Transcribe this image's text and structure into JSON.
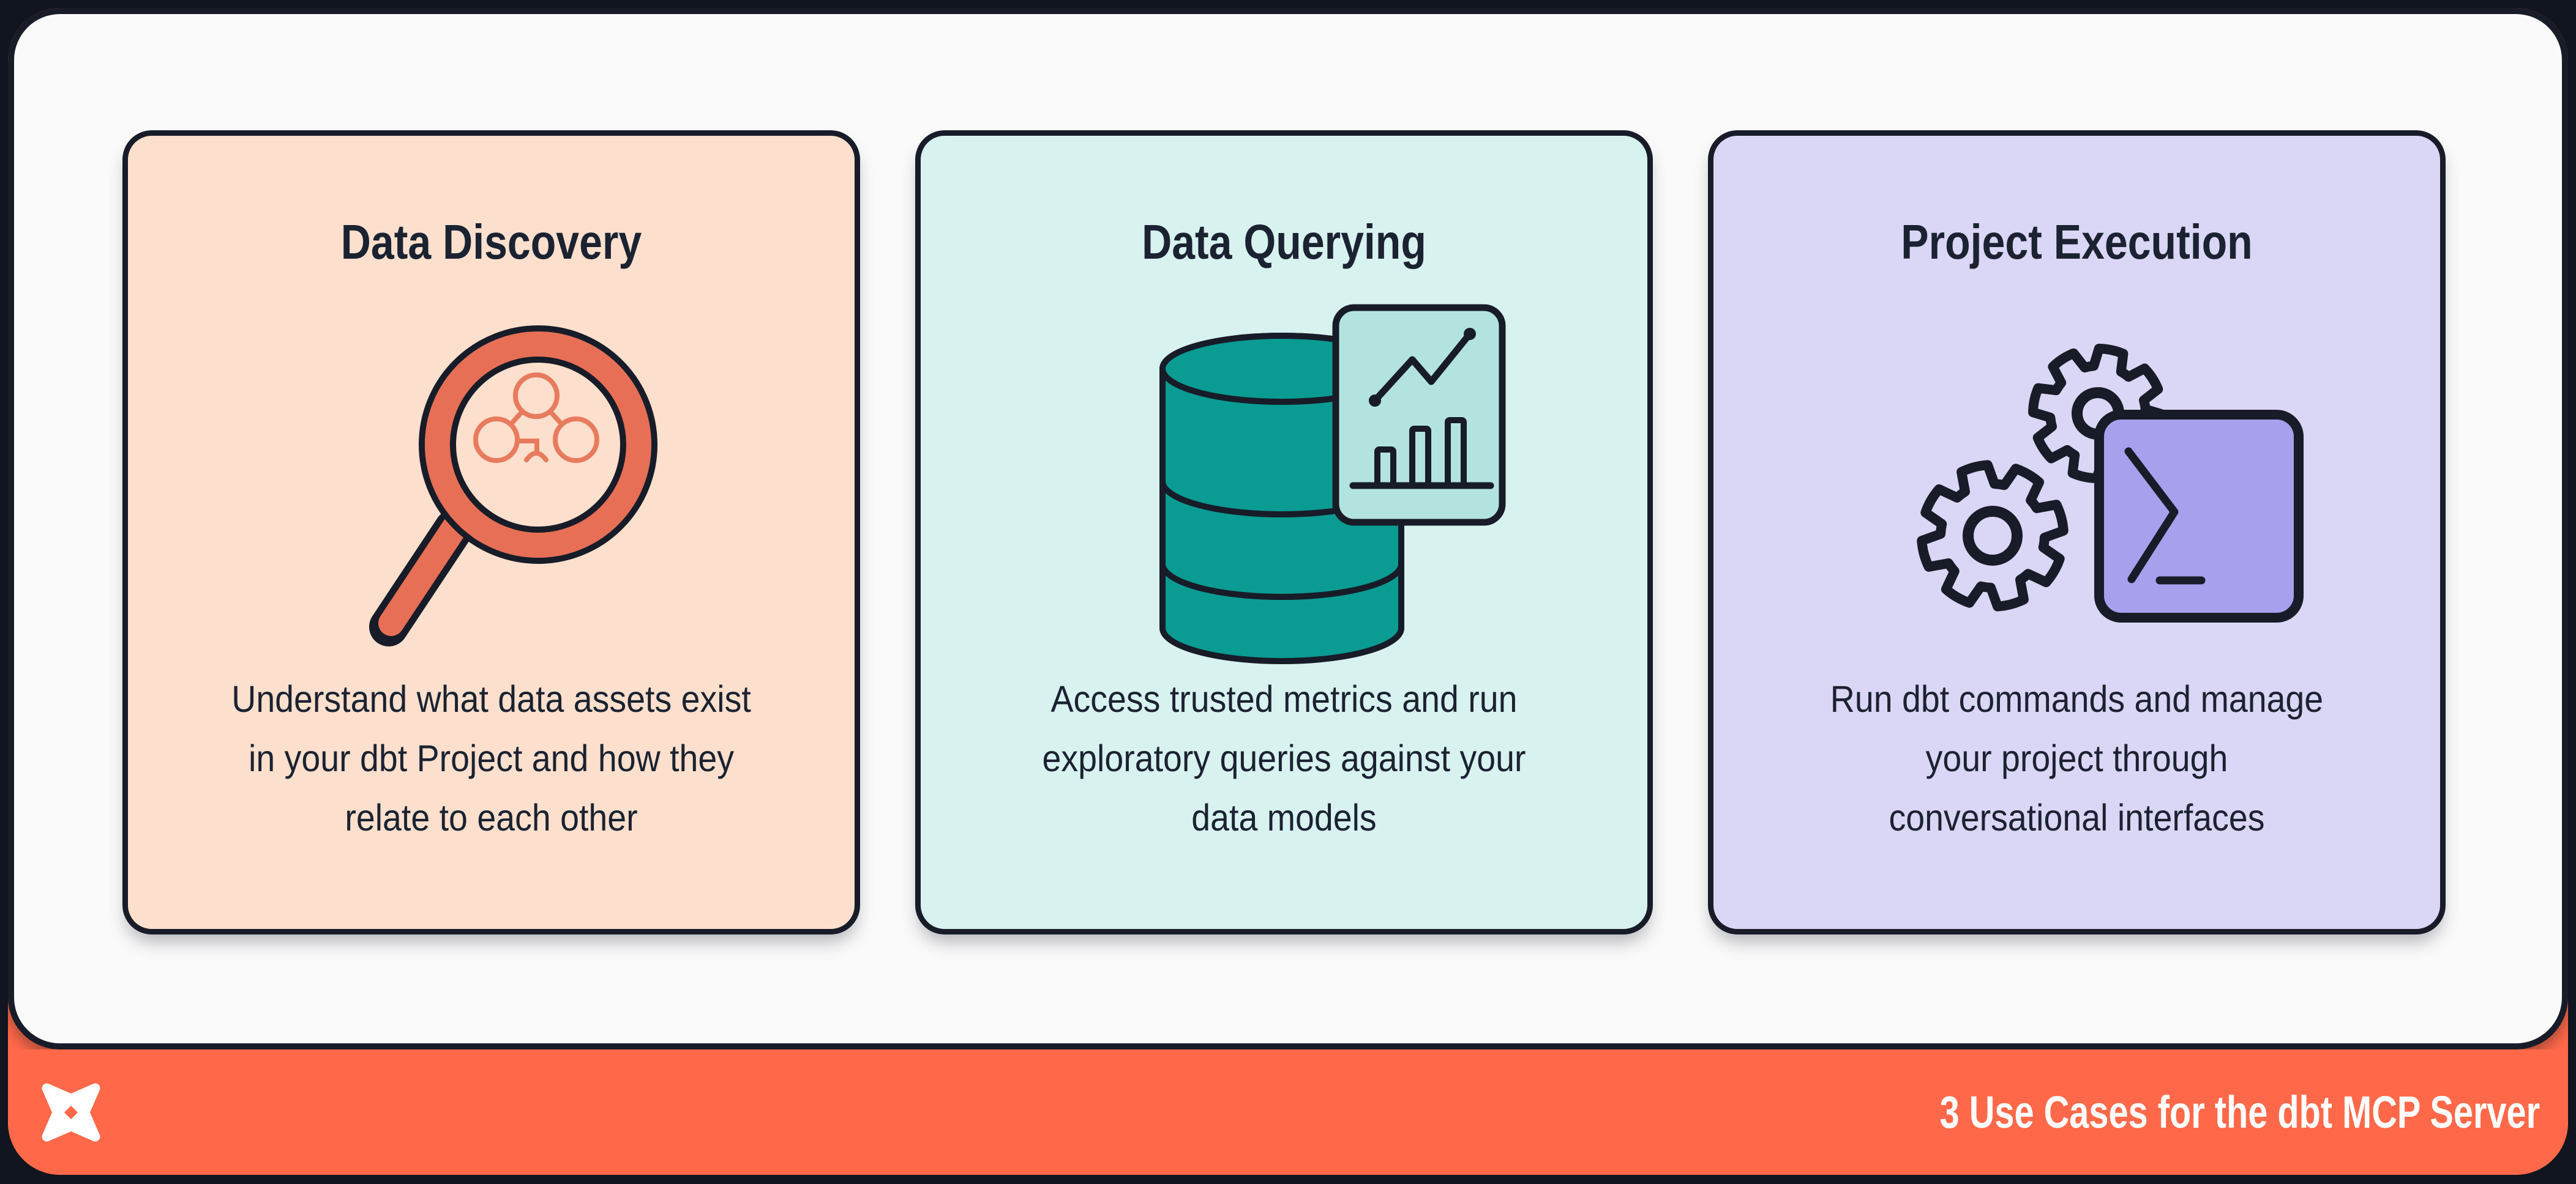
{
  "theme": {
    "bg-canvas": "#11151f",
    "panel": "#fafafa",
    "outline": "#171c28",
    "footer": "#ff6949",
    "ink": "#1b2231",
    "card1-bg": "#fcdfcd",
    "card2-bg": "#d8f2ef",
    "card3-bg": "#dad6f5",
    "orange-ring": "#e76f55",
    "orange-light": "#e87b5e",
    "teal": "#0a9b93",
    "teal-light": "#b3e3df",
    "purple": "#a7a0ed",
    "white": "#ffffff"
  },
  "cards": [
    {
      "title": "Data Discovery",
      "icon": "magnifier-lineage-icon",
      "body_lines": [
        "Understand what data assets exist",
        "in your dbt Project and how they",
        "relate to each other"
      ]
    },
    {
      "title": "Data Querying",
      "icon": "database-analytics-icon",
      "body_lines": [
        "Access trusted metrics and run",
        "exploratory queries against your",
        "data models"
      ]
    },
    {
      "title": "Project Execution",
      "icon": "gears-terminal-icon",
      "body_lines": [
        "Run dbt commands and manage",
        "your project through",
        "conversational interfaces"
      ]
    }
  ],
  "footer": {
    "logo": "dbt-logo",
    "caption": "3 Use Cases for the dbt MCP Server"
  }
}
